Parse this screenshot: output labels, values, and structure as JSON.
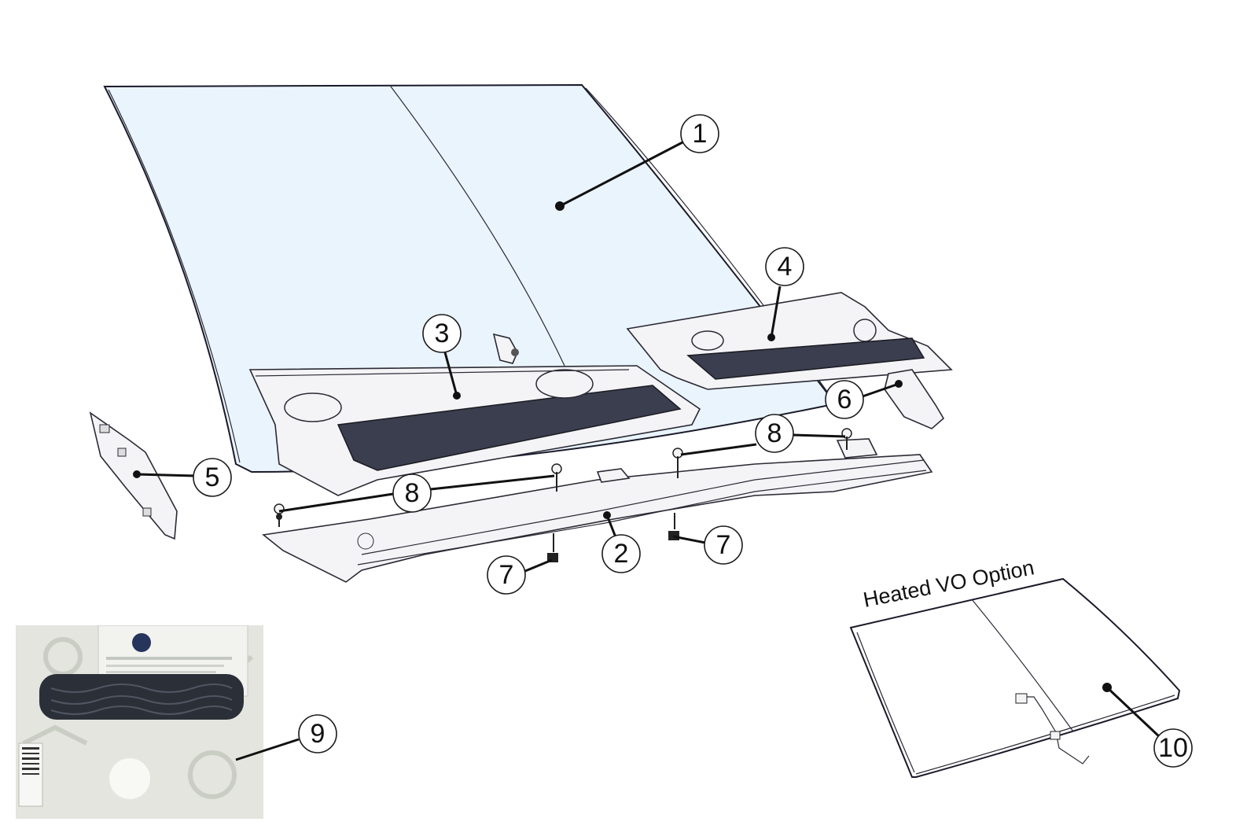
{
  "callouts": [
    {
      "id": "1",
      "label": "1"
    },
    {
      "id": "2",
      "label": "2"
    },
    {
      "id": "3",
      "label": "3"
    },
    {
      "id": "4",
      "label": "4"
    },
    {
      "id": "5",
      "label": "5"
    },
    {
      "id": "6",
      "label": "6"
    },
    {
      "id": "7a",
      "label": "7"
    },
    {
      "id": "7b",
      "label": "7"
    },
    {
      "id": "8a",
      "label": "8"
    },
    {
      "id": "8b",
      "label": "8"
    },
    {
      "id": "9",
      "label": "9"
    },
    {
      "id": "10",
      "label": "10"
    }
  ],
  "option_label": "Heated VO Option",
  "colors": {
    "glass": "#eaf4fd",
    "outline": "#1a1a2a",
    "mesh": "#3a3e4e"
  }
}
